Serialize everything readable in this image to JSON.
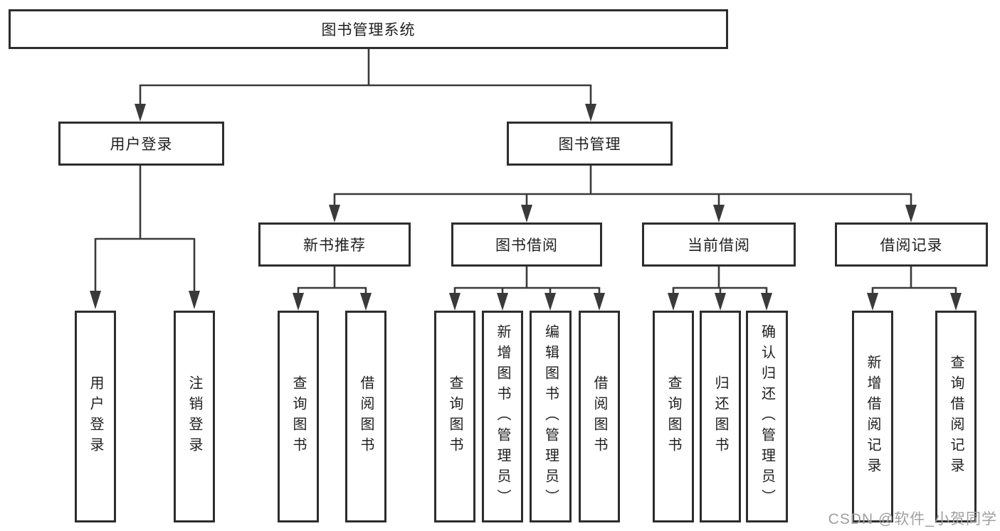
{
  "tree": {
    "root_label": "图书管理系统",
    "level2": {
      "user_login": "用户登录",
      "book_mgmt": "图书管理"
    },
    "level3": {
      "new_books": "新书推荐",
      "borrowing": "图书借阅",
      "current": "当前借阅",
      "records": "借阅记录"
    },
    "leaves": {
      "user_login": {
        "login": "用户登录",
        "logout": "注销登录"
      },
      "new_books": {
        "query": "查询图书",
        "borrow": "借阅图书"
      },
      "borrowing": {
        "query": "查询图书",
        "add": "新增图书（管理员）",
        "edit": "编辑图书（管理员）",
        "borrow": "借阅图书"
      },
      "current": {
        "query": "查询图书",
        "return": "归还图书",
        "confirm": "确认归还（管理员）"
      },
      "records": {
        "add": "新增借阅记录",
        "query": "查询借阅记录"
      }
    }
  },
  "watermark": "CSDN @软件_小贺同学",
  "colors": {
    "line": "#3a3a3a",
    "box_border": "#2d2d2d",
    "text": "#1f1f1f",
    "watermark": "#a0a0a0",
    "background": "#ffffff"
  }
}
